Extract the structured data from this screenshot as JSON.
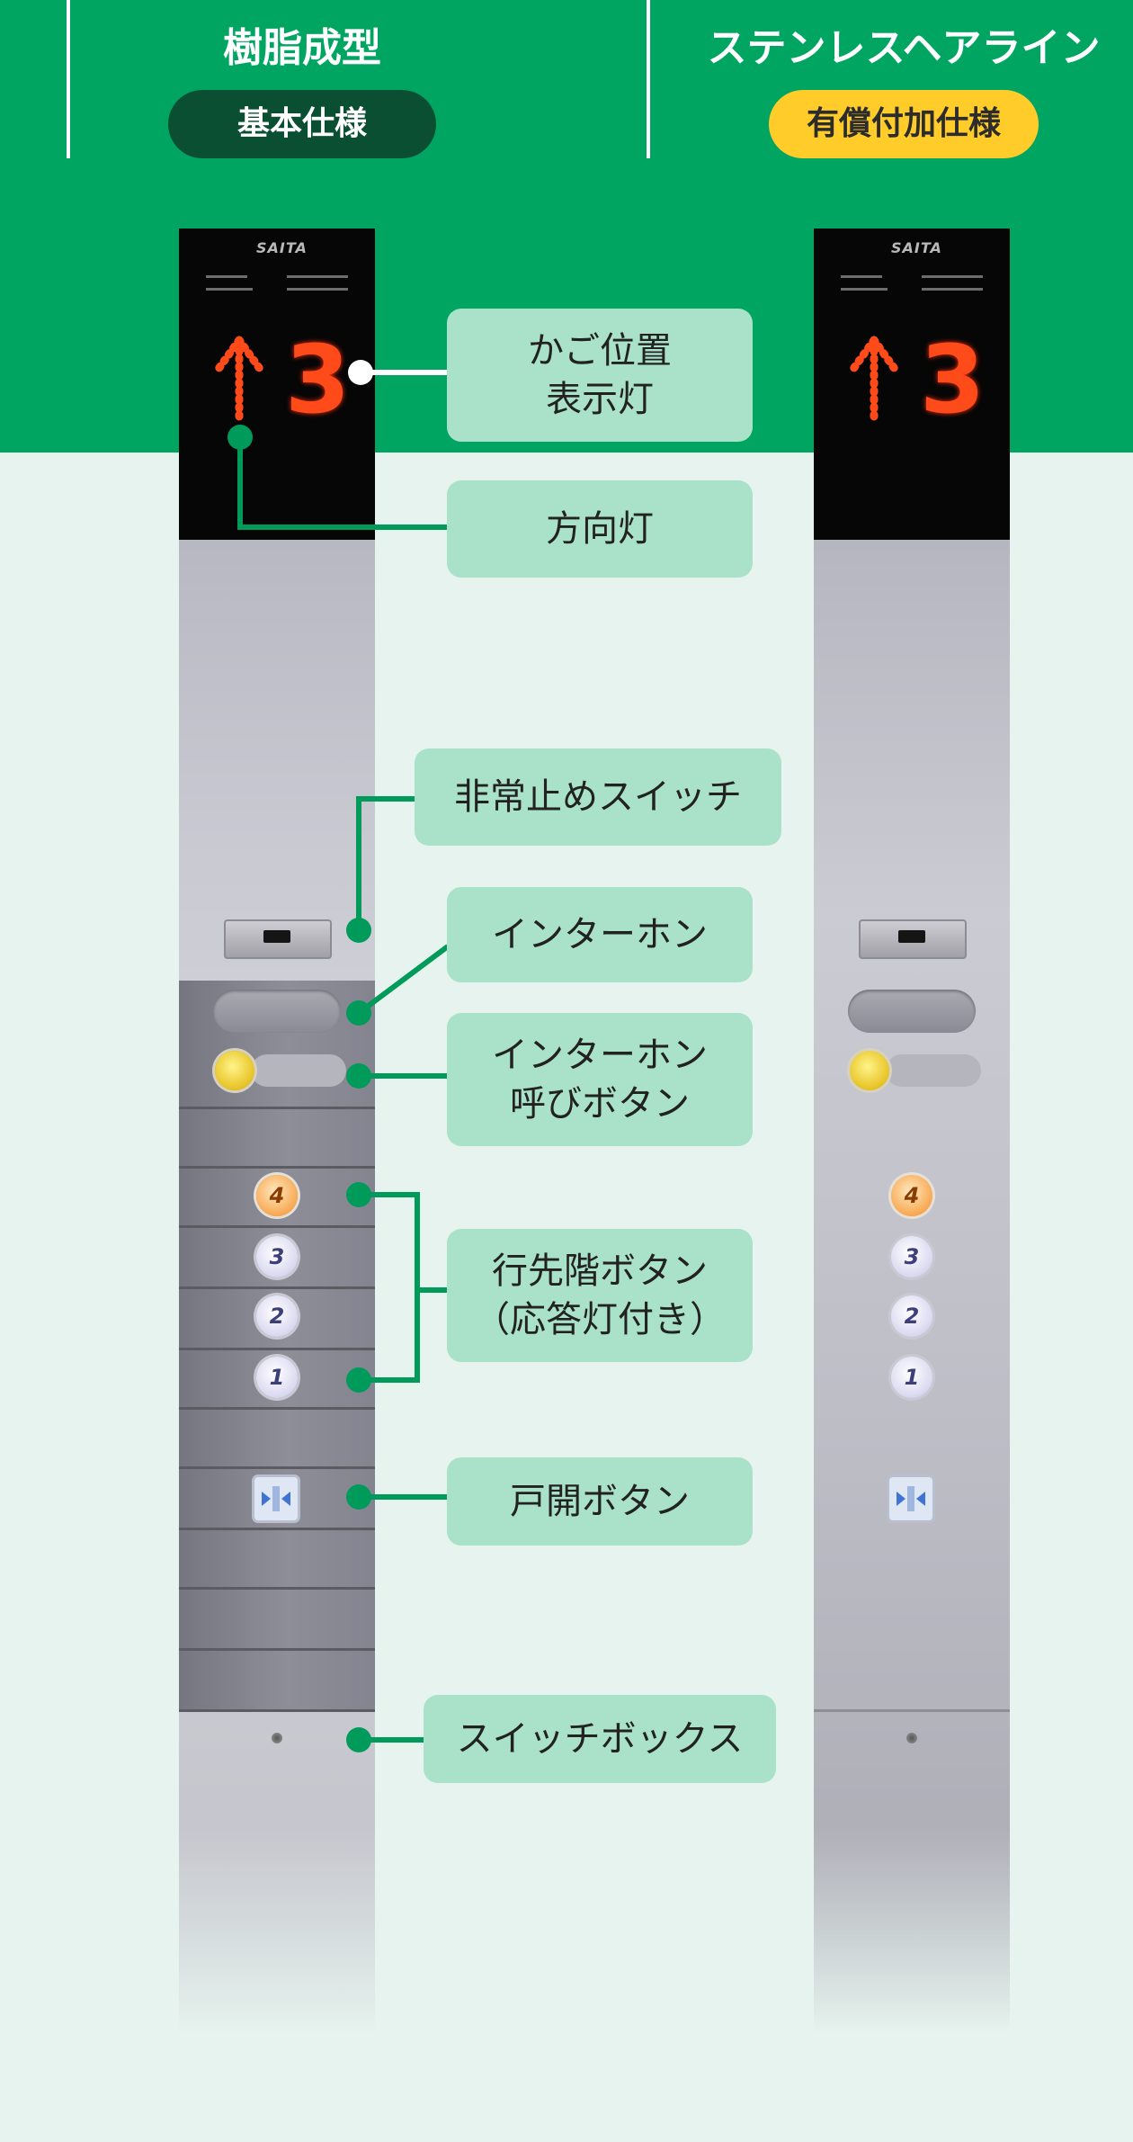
{
  "columns": [
    {
      "title": "樹脂成型",
      "badge": "基本仕様",
      "badge_bg": "#0b4f33",
      "badge_fg": "#ffffff"
    },
    {
      "title": "ステンレスヘアライン",
      "badge": "有償付加仕様",
      "badge_bg": "#ffcc2a",
      "badge_fg": "#2c2c2c"
    }
  ],
  "panel": {
    "brand": "SAITA",
    "display_floor": "3",
    "floor_buttons": [
      {
        "label": "4",
        "lit": true
      },
      {
        "label": "3",
        "lit": false
      },
      {
        "label": "2",
        "lit": false
      },
      {
        "label": "1",
        "lit": false
      }
    ]
  },
  "callouts": {
    "car_position": "かご位置\n表示灯",
    "direction": "方向灯",
    "emergency_stop": "非常止めスイッチ",
    "intercom": "インターホン",
    "intercom_call": "インターホン\n呼びボタン",
    "destination": "行先階ボタン\n（応答灯付き）",
    "door_open": "戸開ボタン",
    "switch_box": "スイッチボックス"
  },
  "colors": {
    "header_green": "#00a562",
    "background": "#e6f3ee",
    "callout_fill": "#a9e2c8",
    "leader_green": "#009a5a",
    "display_red": "#ff4a1a"
  },
  "icons": {
    "direction_arrow": "up-arrow-icon",
    "door_open": "door-open-icon"
  }
}
